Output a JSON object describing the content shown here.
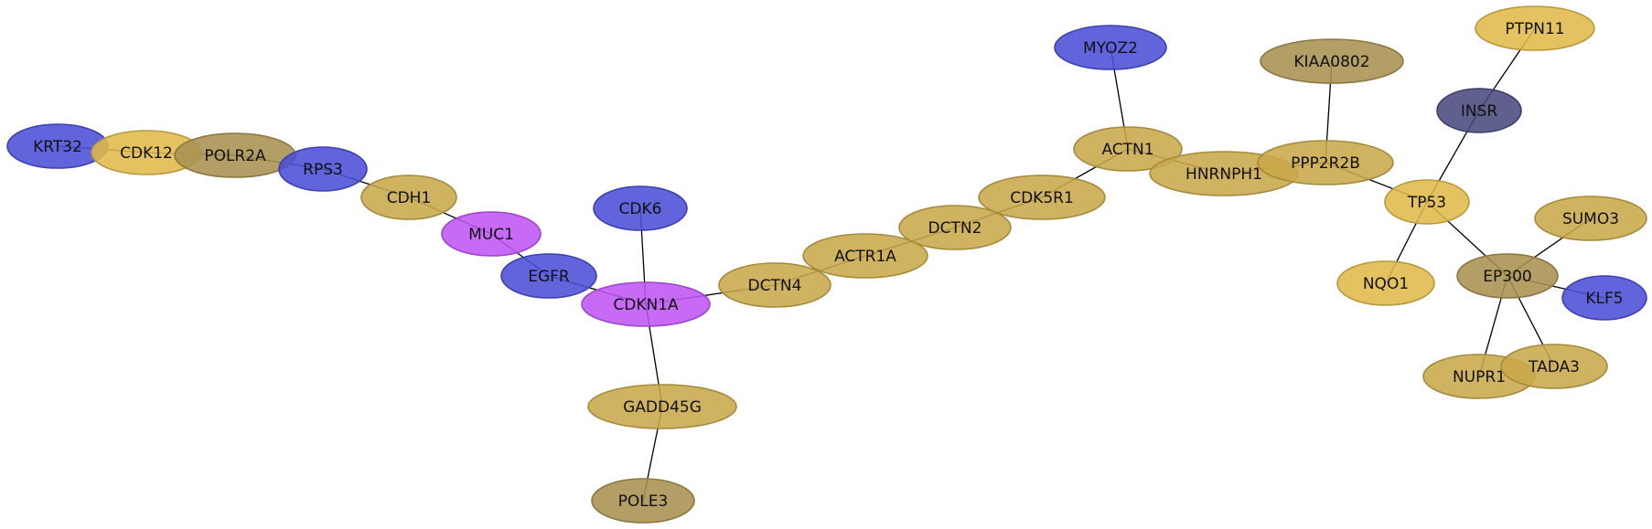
{
  "colors": {
    "blue": "#4b4fd6",
    "navy": "#4a4a80",
    "purple": "#bf55f5",
    "gold": "#e0b94a",
    "tan": "#c9a84a",
    "olive": "#a89151"
  },
  "nodes": [
    {
      "id": "KRT32",
      "label": "KRT32",
      "color": "blue"
    },
    {
      "id": "CDK12",
      "label": "CDK12",
      "color": "gold"
    },
    {
      "id": "POLR2A",
      "label": "POLR2A",
      "color": "olive"
    },
    {
      "id": "RPS3",
      "label": "RPS3",
      "color": "blue"
    },
    {
      "id": "CDH1",
      "label": "CDH1",
      "color": "tan"
    },
    {
      "id": "MUC1",
      "label": "MUC1",
      "color": "purple"
    },
    {
      "id": "EGFR",
      "label": "EGFR",
      "color": "blue"
    },
    {
      "id": "CDK6",
      "label": "CDK6",
      "color": "blue"
    },
    {
      "id": "CDKN1A",
      "label": "CDKN1A",
      "color": "purple"
    },
    {
      "id": "GADD45G",
      "label": "GADD45G",
      "color": "tan"
    },
    {
      "id": "POLE3",
      "label": "POLE3",
      "color": "olive"
    },
    {
      "id": "DCTN4",
      "label": "DCTN4",
      "color": "tan"
    },
    {
      "id": "ACTR1A",
      "label": "ACTR1A",
      "color": "tan"
    },
    {
      "id": "DCTN2",
      "label": "DCTN2",
      "color": "tan"
    },
    {
      "id": "CDK5R1",
      "label": "CDK5R1",
      "color": "tan"
    },
    {
      "id": "ACTN1",
      "label": "ACTN1",
      "color": "tan"
    },
    {
      "id": "MYOZ2",
      "label": "MYOZ2",
      "color": "blue"
    },
    {
      "id": "HNRNPH1",
      "label": "HNRNPH1",
      "color": "tan"
    },
    {
      "id": "PPP2R2B",
      "label": "PPP2R2B",
      "color": "tan"
    },
    {
      "id": "KIAA0802",
      "label": "KIAA0802",
      "color": "olive"
    },
    {
      "id": "TP53",
      "label": "TP53",
      "color": "gold"
    },
    {
      "id": "INSR",
      "label": "INSR",
      "color": "navy"
    },
    {
      "id": "PTPN11",
      "label": "PTPN11",
      "color": "gold"
    },
    {
      "id": "NQO1",
      "label": "NQO1",
      "color": "gold"
    },
    {
      "id": "EP300",
      "label": "EP300",
      "color": "olive"
    },
    {
      "id": "SUMO3",
      "label": "SUMO3",
      "color": "tan"
    },
    {
      "id": "KLF5",
      "label": "KLF5",
      "color": "blue"
    },
    {
      "id": "NUPR1",
      "label": "NUPR1",
      "color": "tan"
    },
    {
      "id": "TADA3",
      "label": "TADA3",
      "color": "tan"
    }
  ],
  "edges": [
    [
      "KRT32",
      "CDK12"
    ],
    [
      "CDK12",
      "POLR2A"
    ],
    [
      "POLR2A",
      "RPS3"
    ],
    [
      "RPS3",
      "CDH1"
    ],
    [
      "CDH1",
      "MUC1"
    ],
    [
      "MUC1",
      "EGFR"
    ],
    [
      "EGFR",
      "CDKN1A"
    ],
    [
      "CDK6",
      "CDKN1A"
    ],
    [
      "CDKN1A",
      "GADD45G"
    ],
    [
      "GADD45G",
      "POLE3"
    ],
    [
      "CDKN1A",
      "DCTN4"
    ],
    [
      "DCTN4",
      "ACTR1A"
    ],
    [
      "ACTR1A",
      "DCTN2"
    ],
    [
      "DCTN2",
      "CDK5R1"
    ],
    [
      "CDK5R1",
      "ACTN1"
    ],
    [
      "MYOZ2",
      "ACTN1"
    ],
    [
      "ACTN1",
      "HNRNPH1"
    ],
    [
      "HNRNPH1",
      "PPP2R2B"
    ],
    [
      "KIAA0802",
      "PPP2R2B"
    ],
    [
      "PPP2R2B",
      "TP53"
    ],
    [
      "TP53",
      "INSR"
    ],
    [
      "INSR",
      "PTPN11"
    ],
    [
      "TP53",
      "NQO1"
    ],
    [
      "TP53",
      "EP300"
    ],
    [
      "EP300",
      "SUMO3"
    ],
    [
      "EP300",
      "KLF5"
    ],
    [
      "EP300",
      "NUPR1"
    ],
    [
      "EP300",
      "TADA3"
    ]
  ]
}
